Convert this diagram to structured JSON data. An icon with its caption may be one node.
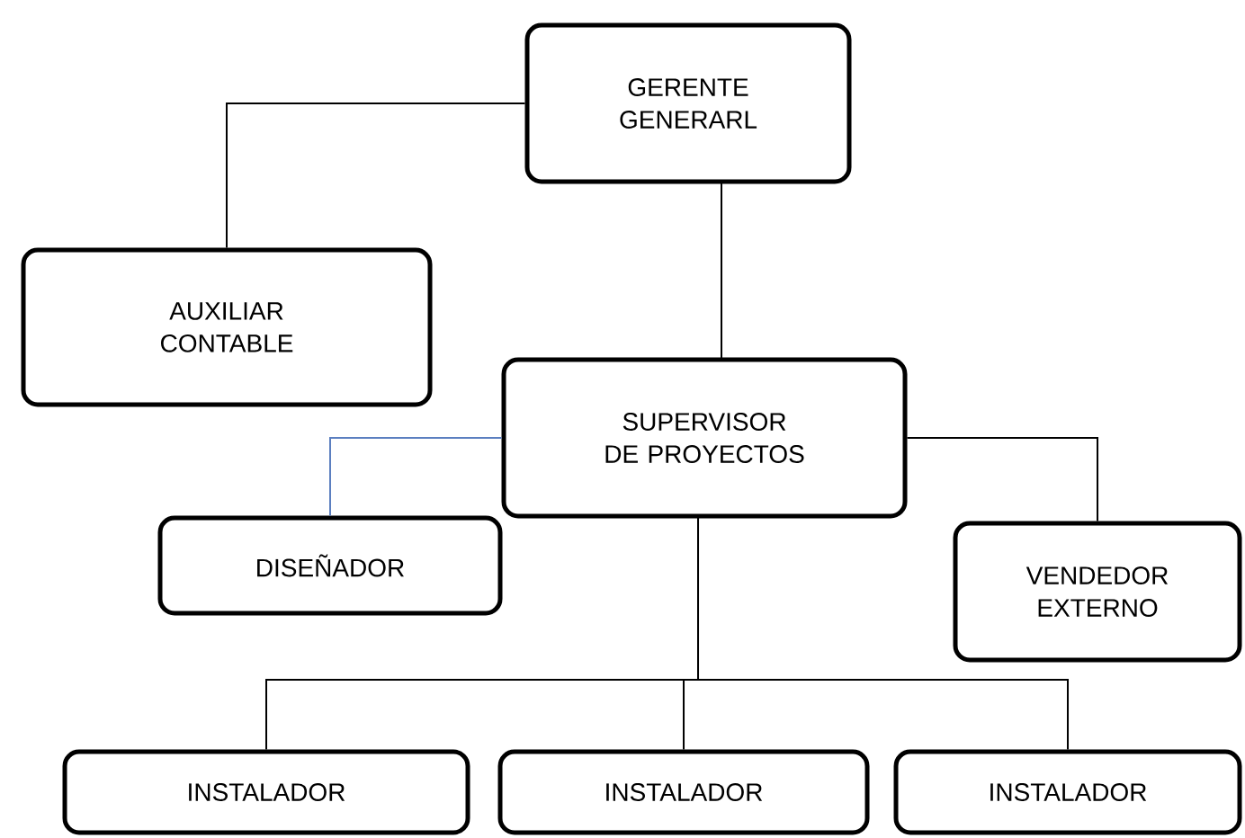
{
  "diagram": {
    "nodes": [
      {
        "text": [
          "GERENTE GENERARL"
        ]
      },
      {
        "text": [
          "AUXILIAR CONTABLE"
        ]
      },
      {
        "text": [
          "SUPERVISOR DE PROYECTOS"
        ]
      },
      {
        "text": [
          "DISEÑADOR"
        ]
      },
      {
        "text": [
          "VENDEDOR EXTERNO"
        ]
      },
      {
        "text": [
          "INSTALADOR"
        ]
      },
      {
        "text": [
          "INSTALADOR"
        ]
      },
      {
        "text": [
          "INSTALADOR"
        ]
      }
    ],
    "edges": [
      {
        "from": 0,
        "to": 1,
        "arrow": "none"
      },
      {
        "from": 0,
        "to": 2,
        "arrow": "none"
      },
      {
        "from": 2,
        "to": 3,
        "arrow": "none",
        "color": "#5b7fc0"
      },
      {
        "from": 2,
        "to": 4,
        "arrow": "none"
      },
      {
        "from": 2,
        "to": 5,
        "arrow": "none"
      },
      {
        "from": 2,
        "to": 6,
        "arrow": "none"
      },
      {
        "from": 2,
        "to": 7,
        "arrow": "none"
      }
    ]
  }
}
